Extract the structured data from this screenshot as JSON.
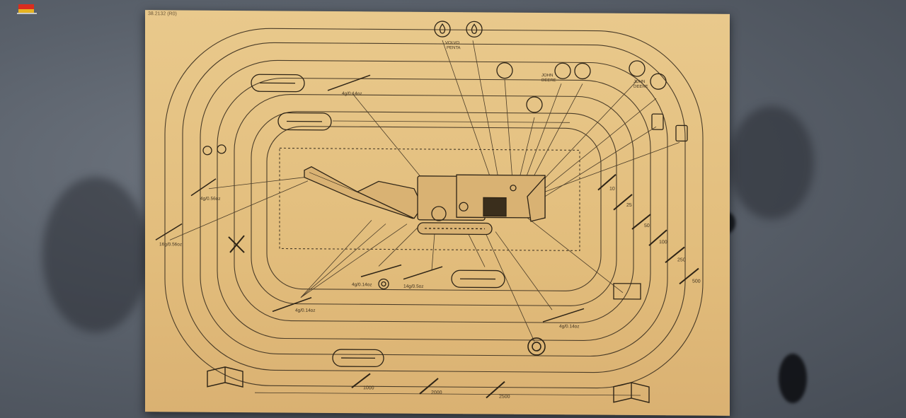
{
  "plate": {
    "code": "38.2132 (R0)",
    "brand_volvo": [
      "VOLVO",
      "PENTA"
    ],
    "brand_john_deere_1": [
      "JOHN",
      "DEERE"
    ],
    "brand_john_deere_2": [
      "JOHN",
      "DEERE"
    ]
  },
  "grease": {
    "g1": "4g/0.14oz",
    "g2": "4g/0.56oz",
    "g3": "16g/0.56oz",
    "g4": "4g/0.14oz",
    "g5": "4g/0.14oz",
    "g6": "14g/0.5oz",
    "g7": "4g/0.14oz"
  },
  "intervals": {
    "h10": "10",
    "h25": "25",
    "h50": "50",
    "h100": "100",
    "h250": "250",
    "h500": "500",
    "h1000": "1000",
    "h2000": "2000",
    "h2500": "2500"
  },
  "colors": {
    "plate": "#e2bd7c",
    "ink": "#3f3220",
    "wall": "#5a616b"
  }
}
